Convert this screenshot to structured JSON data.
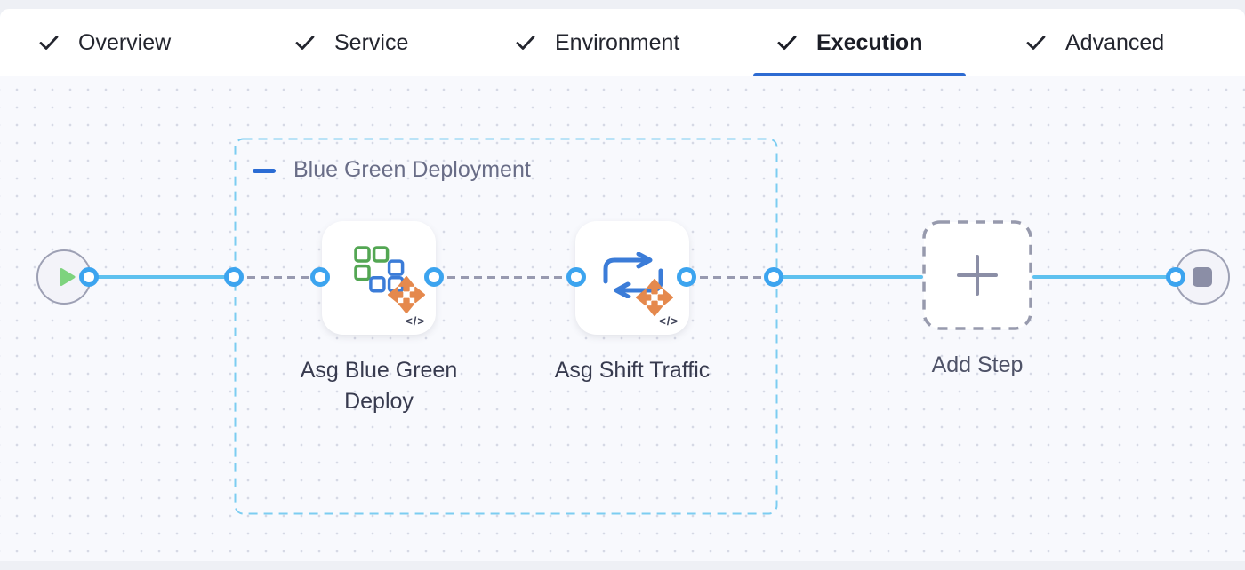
{
  "header": {
    "tabs": [
      {
        "label": "Overview",
        "checked": true,
        "active": false
      },
      {
        "label": "Service",
        "checked": true,
        "active": false
      },
      {
        "label": "Environment",
        "checked": true,
        "active": false
      },
      {
        "label": "Execution",
        "checked": true,
        "active": true
      },
      {
        "label": "Advanced",
        "checked": true,
        "active": false
      }
    ]
  },
  "pipeline": {
    "group": {
      "label": "Blue Green Deployment"
    },
    "steps": [
      {
        "label": "Asg Blue Green Deploy",
        "badge": "</>"
      },
      {
        "label": "Asg Shift Traffic",
        "badge": "</>"
      }
    ],
    "add_step": {
      "label": "Add Step"
    }
  },
  "colors": {
    "active_tab_underline": "#2d6bd2",
    "connector_blue": "#5ec1ef",
    "connector_gray": "#989ab0",
    "port_blue": "#3ca4ef",
    "group_border": "#7ccdf1",
    "play_green": "#7ed37e",
    "node_gray": "#8b8ea6",
    "icon_orange": "#e5894d",
    "icon_blue": "#3b7cd8",
    "icon_green": "#53a653",
    "minus_blue": "#2b6cd4"
  }
}
